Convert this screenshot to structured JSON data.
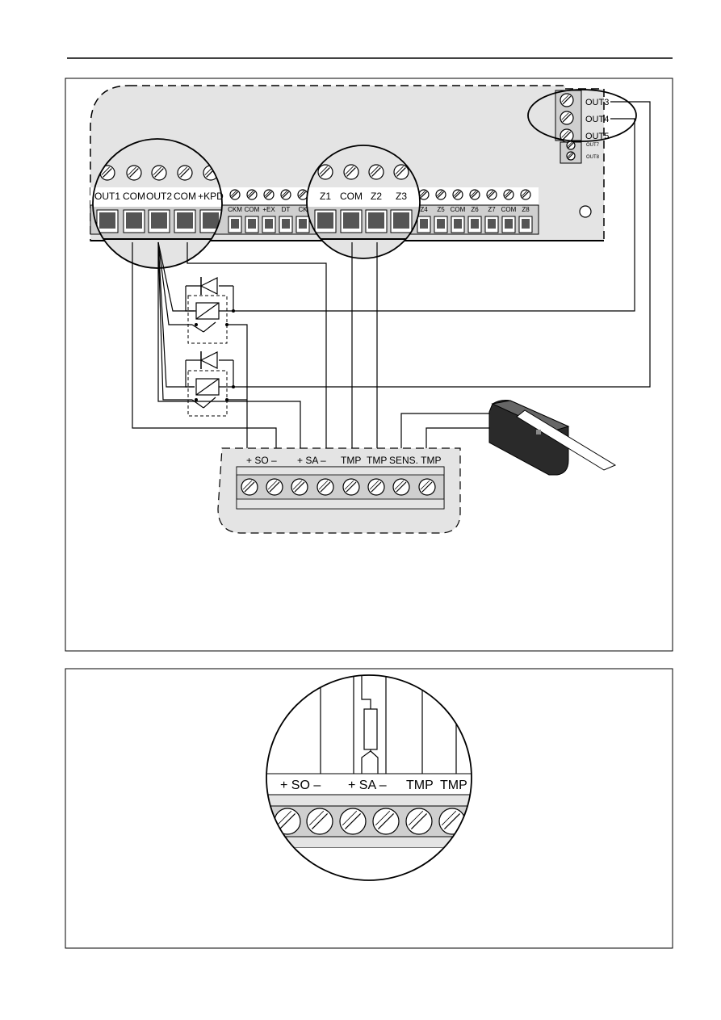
{
  "top_panel": {
    "main_terminals": [
      "OUT1",
      "COM",
      "OUT2",
      "COM",
      "+KPD"
    ],
    "small_terminals_left": [
      "CKM",
      "COM",
      "+EX",
      "DT",
      "CK"
    ],
    "zone_terminals": [
      "Z1",
      "COM",
      "Z2",
      "Z3"
    ],
    "small_terminals_right": [
      "Z4",
      "Z5",
      "COM",
      "Z6",
      "Z7",
      "COM",
      "Z8"
    ],
    "output_terminals": [
      "OUT3",
      "OUT4",
      "OUT5"
    ],
    "output_small": [
      "OUT7",
      "OUT8"
    ]
  },
  "siren_block": {
    "labels": [
      "+ SO –",
      "+ SA –",
      "TMP",
      "TMP",
      "SENS. TMP"
    ]
  },
  "detail_panel": {
    "labels": [
      "+ SO –",
      "+ SA –",
      "TMP",
      "TMP"
    ]
  }
}
